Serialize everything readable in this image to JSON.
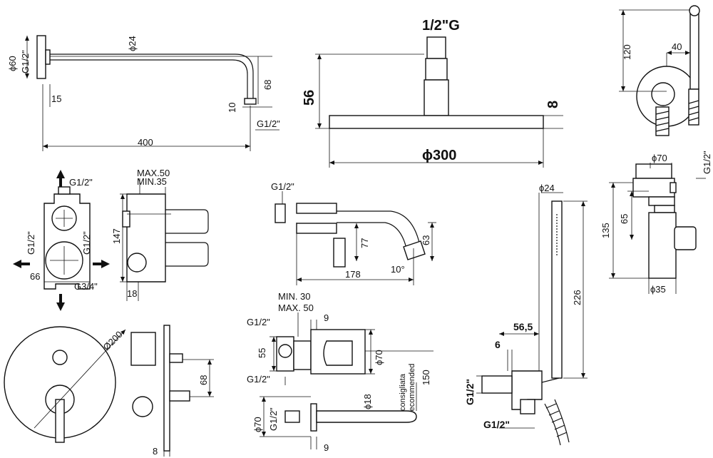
{
  "labels": {
    "a_d60": "ϕ60",
    "a_g12": "G1/2\"",
    "a_d24": "ϕ24",
    "a_15": "15",
    "a_10": "10",
    "a_68": "68",
    "a_g12b": "G1/2\"",
    "a_400": "400",
    "b_g12": "1/2\"G",
    "b_56": "56",
    "b_8": "8",
    "b_d300": "ϕ300",
    "c_120": "120",
    "c_40": "40",
    "d_g12top": "G1/2\"",
    "d_g12l": "G1/2\"",
    "d_g12r": "G1/2\"",
    "d_66": "66",
    "d_g34": "G3/4\"",
    "e_max50": "MAX.50",
    "e_min35": "MIN.35",
    "e_147": "147",
    "e_18": "18",
    "f_g12": "G1/2\"",
    "f_77": "77",
    "f_63": "63",
    "f_10deg": "10°",
    "f_178": "178",
    "g_d24": "ϕ24",
    "g_226": "226",
    "h_d70": "ϕ70",
    "h_g12": "G1/2\"",
    "h_65": "65",
    "h_135": "135",
    "h_d35": "ϕ35",
    "i_d200": "Ø200",
    "i_68": "68",
    "i_8": "8",
    "j_min30": "MIN. 30",
    "j_max50": "MAX. 50",
    "j_9": "9",
    "j_g12a": "G1/2\"",
    "j_55": "55",
    "j_d70": "ϕ70",
    "j_g12b": "G1/2\"",
    "j_consigliata": "consigliata",
    "j_recommended": "recommended",
    "j_150": "150",
    "k_d70": "ϕ70",
    "k_g12": "G1/2\"",
    "k_d18": "ϕ18",
    "k_9": "9",
    "l_565": "56,5",
    "l_6": "6",
    "l_g12v": "G1/2\"",
    "l_g12h": "G1/2\""
  }
}
